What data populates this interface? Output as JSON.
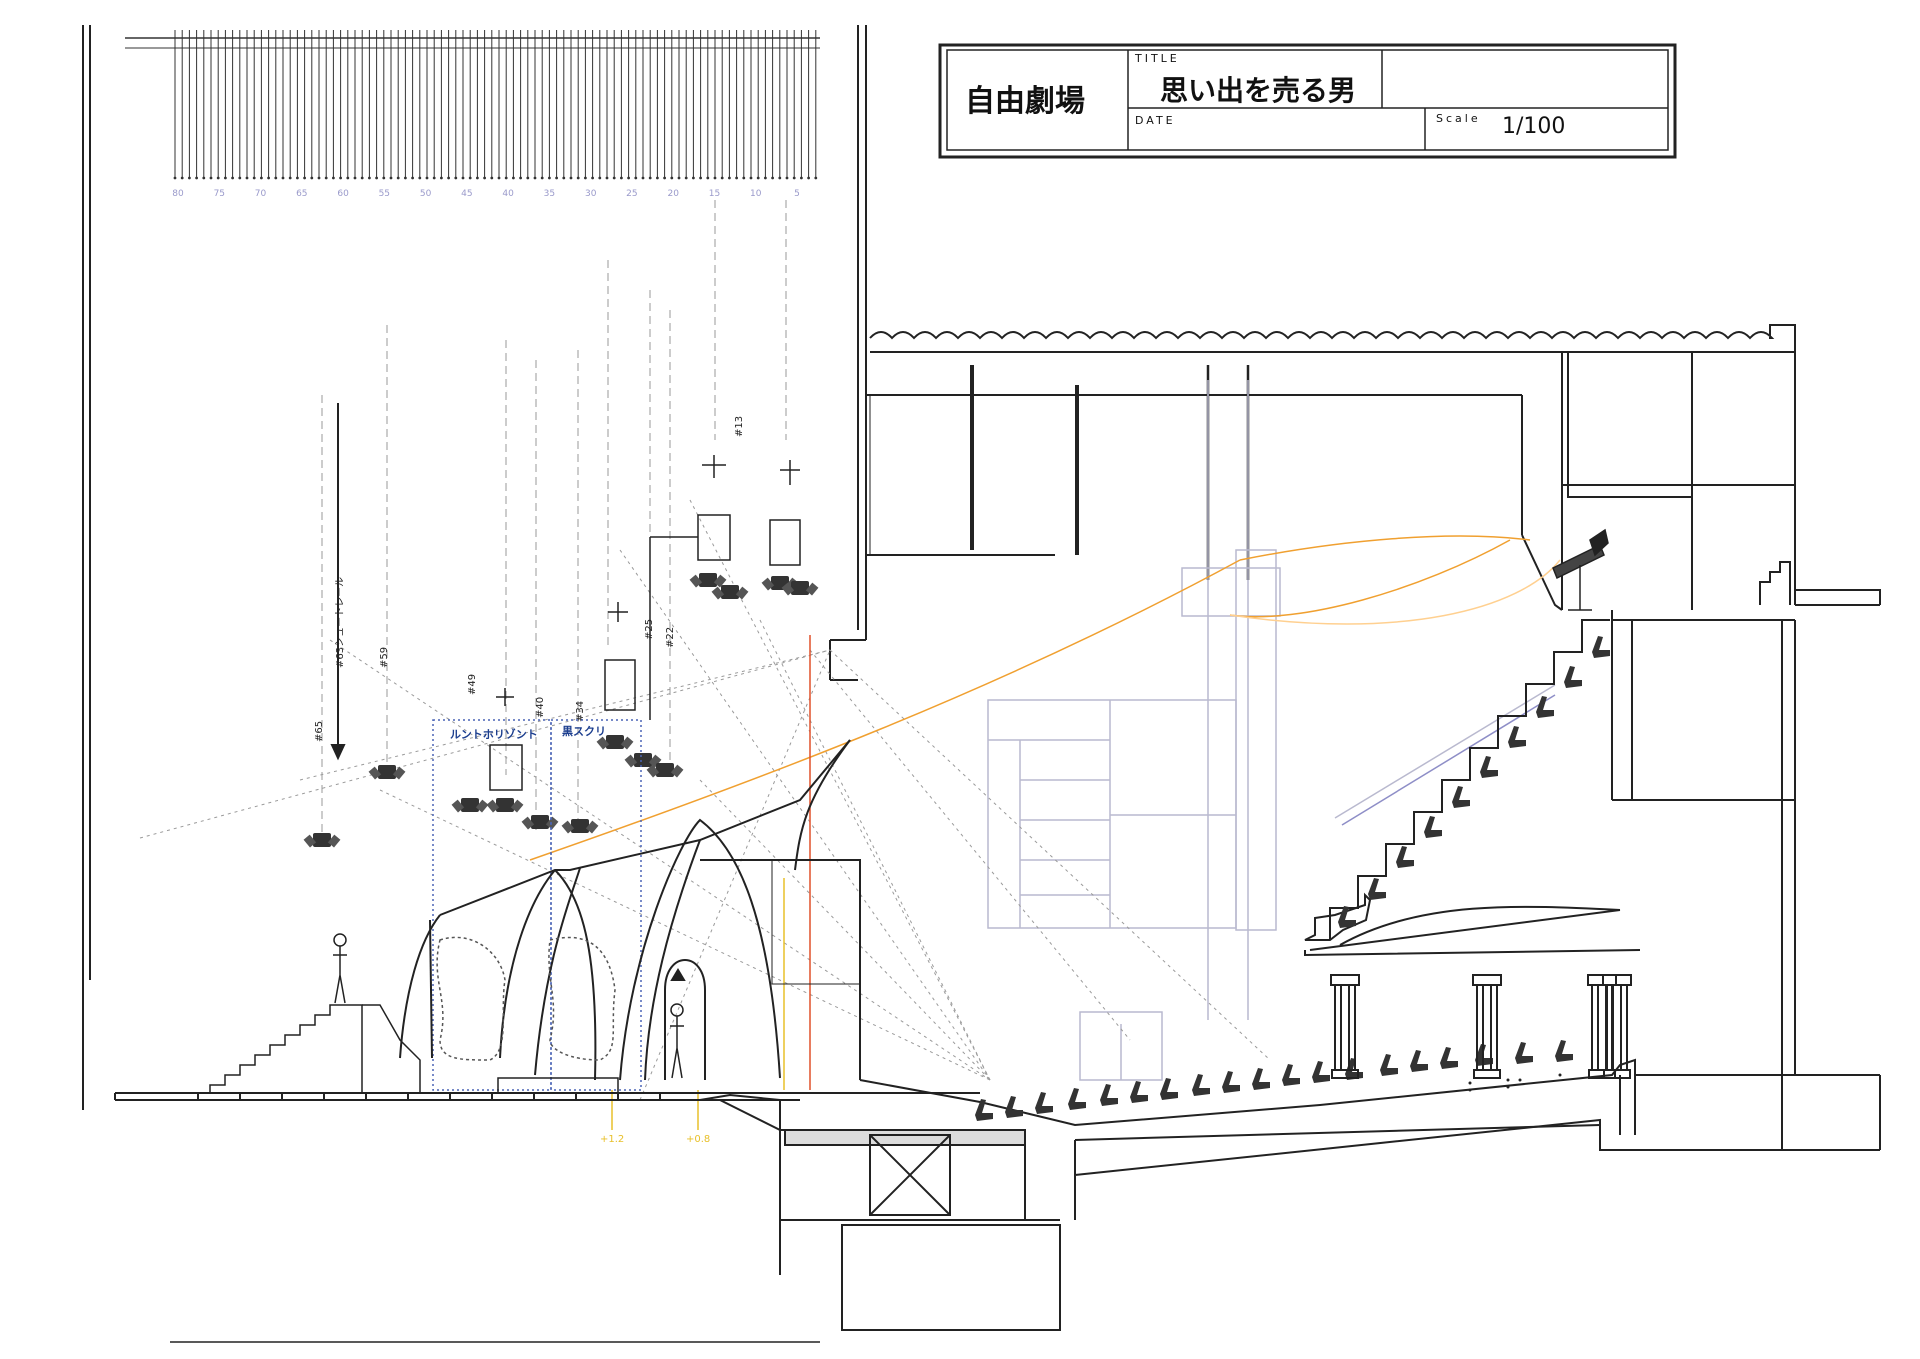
{
  "title_block": {
    "venue": "自由劇場",
    "title_caption": "TITLE",
    "title": "思い出を売る男",
    "date_caption": "DATE",
    "date": "",
    "scale_caption": "Scale",
    "scale": "1/100"
  },
  "batten_scale": [
    "80",
    "75",
    "70",
    "65",
    "60",
    "55",
    "50",
    "45",
    "40",
    "35",
    "30",
    "25",
    "20",
    "15",
    "10",
    "5"
  ],
  "fixture_labels": {
    "p65": "#65",
    "p63": "#63シュートレール",
    "p59": "#59",
    "p49": "#49",
    "p40": "#40",
    "p34": "#34",
    "p25": "#25",
    "p22": "#22",
    "p13": "#13"
  },
  "scenery_labels": {
    "lunt_horizont": "ルントホリゾント",
    "black_screen": "黒スクリ"
  },
  "level_marks": {
    "plus_1_2": "+1.2",
    "plus_0_8": "+0.8"
  },
  "colors": {
    "line": "#222222",
    "guide": "#b9b9cf",
    "blue_label": "#1d3f8f",
    "orange": "#f0a030",
    "yellow": "#e8c02a",
    "red": "#e0502a"
  }
}
